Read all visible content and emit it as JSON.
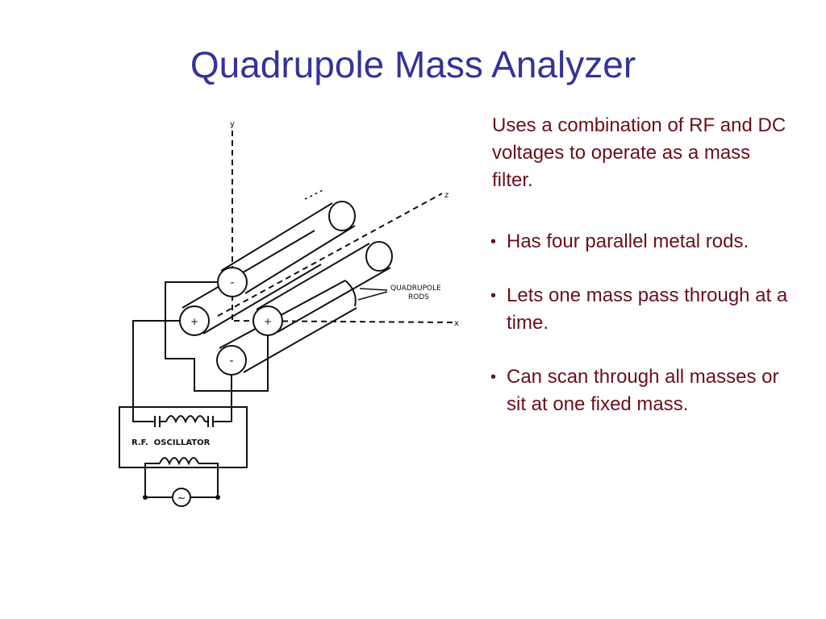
{
  "title": "Quadrupole Mass Analyzer",
  "intro": "Uses a combination of RF and DC voltages to operate as a mass filter.",
  "bullets": [
    "Has four parallel metal rods.",
    "Lets one mass pass through at a time.",
    "Can scan through all masses or sit at one fixed mass."
  ],
  "diagram": {
    "axis_y": "y",
    "axis_z": "z",
    "axis_x": "x",
    "rods_label_line1": "QUADRUPOLE",
    "rods_label_line2": "RODS",
    "oscillator_label": "R.F.  OSCILLATOR",
    "rod_signs": {
      "top": "-",
      "left": "+",
      "right": "+",
      "bottom": "-"
    },
    "ac_symbol": "~"
  },
  "colors": {
    "title": "#333399",
    "body_text": "#6b0f1a",
    "diagram_ink": "#111111"
  }
}
